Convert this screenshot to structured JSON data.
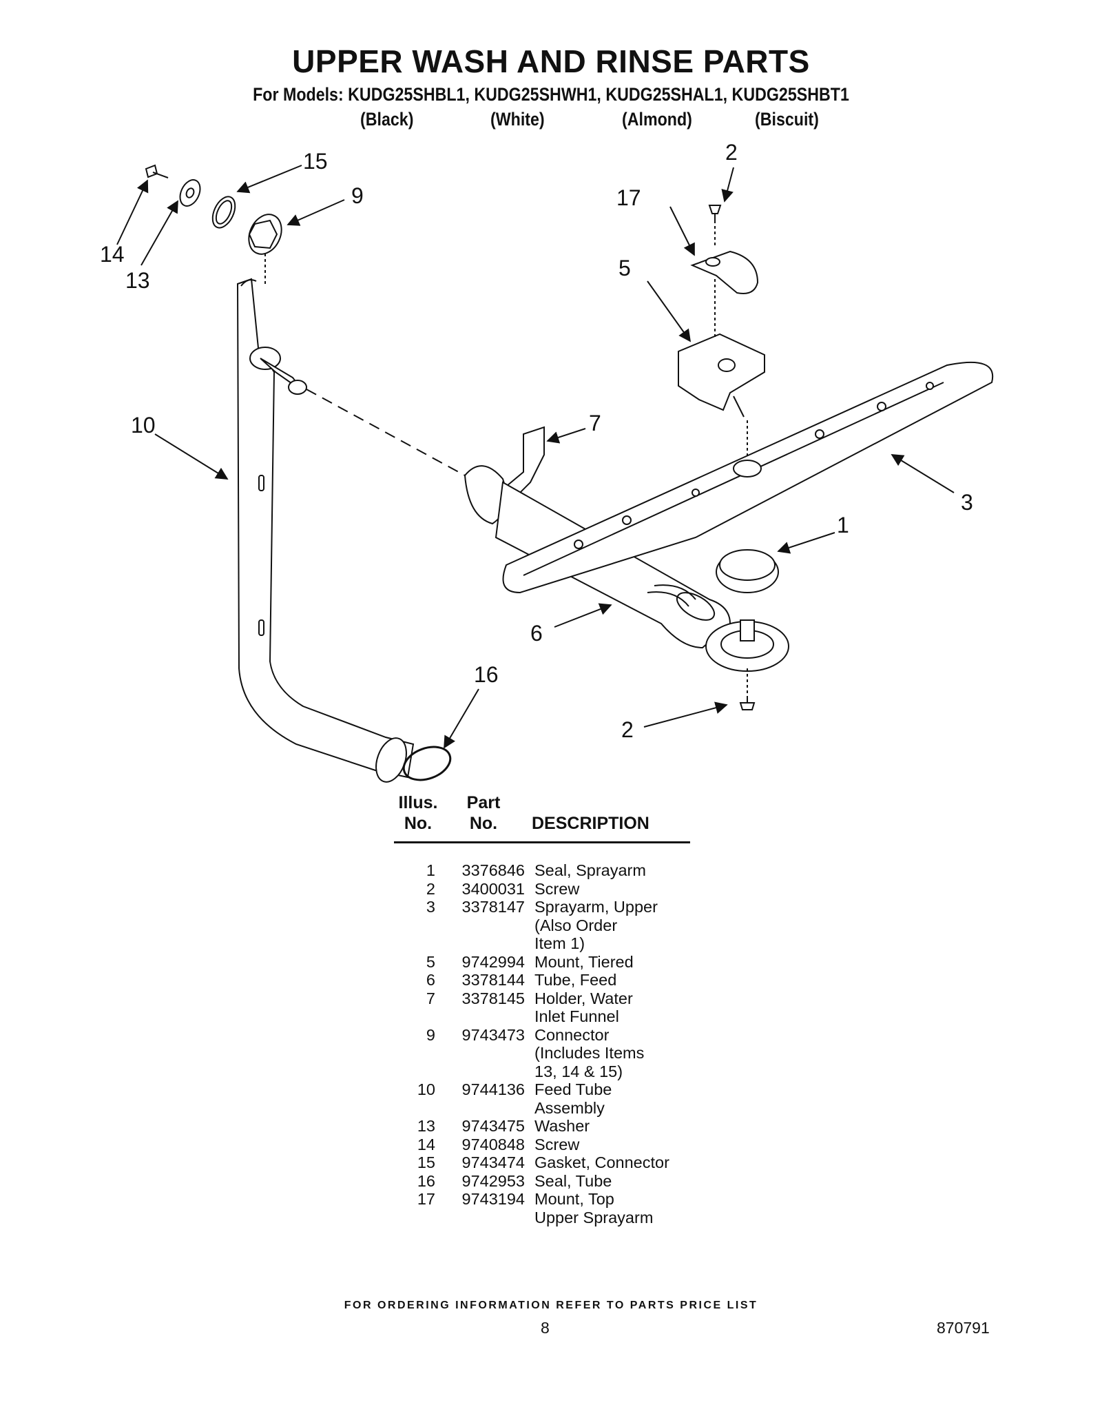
{
  "title": "UPPER WASH AND RINSE PARTS",
  "models_line": "For Models: KUDG25SHBL1, KUDG25SHWH1, KUDG25SHAL1, KUDG25SHBT1",
  "colors": [
    "(Black)",
    "(White)",
    "(Almond)",
    "(Biscuit)"
  ],
  "callouts": [
    "15",
    "9",
    "14",
    "13",
    "10",
    "7",
    "2",
    "17",
    "5",
    "3",
    "1",
    "6",
    "16",
    "2"
  ],
  "table": {
    "header_illus": "Illus.\nNo.",
    "header_part": "Part\nNo.",
    "header_description": "DESCRIPTION",
    "rows": [
      {
        "illus": "1",
        "part": "3376846",
        "description": "Seal, Sprayarm"
      },
      {
        "illus": "2",
        "part": "3400031",
        "description": "Screw"
      },
      {
        "illus": "3",
        "part": "3378147",
        "description": "Sprayarm, Upper\n(Also Order\nItem 1)"
      },
      {
        "illus": "5",
        "part": "9742994",
        "description": "Mount, Tiered"
      },
      {
        "illus": "6",
        "part": "3378144",
        "description": "Tube, Feed"
      },
      {
        "illus": "7",
        "part": "3378145",
        "description": "Holder, Water\nInlet Funnel"
      },
      {
        "illus": "9",
        "part": "9743473",
        "description": "Connector\n(Includes Items\n13, 14 & 15)"
      },
      {
        "illus": "10",
        "part": "9744136",
        "description": "Feed Tube\nAssembly"
      },
      {
        "illus": "13",
        "part": "9743475",
        "description": "Washer"
      },
      {
        "illus": "14",
        "part": "9740848",
        "description": "Screw"
      },
      {
        "illus": "15",
        "part": "9743474",
        "description": "Gasket, Connector"
      },
      {
        "illus": "16",
        "part": "9742953",
        "description": "Seal, Tube"
      },
      {
        "illus": "17",
        "part": "9743194",
        "description": "Mount, Top\nUpper Sprayarm"
      }
    ]
  },
  "footer": "FOR ORDERING INFORMATION REFER TO PARTS PRICE LIST",
  "page_number": "8",
  "document_number": "870791"
}
